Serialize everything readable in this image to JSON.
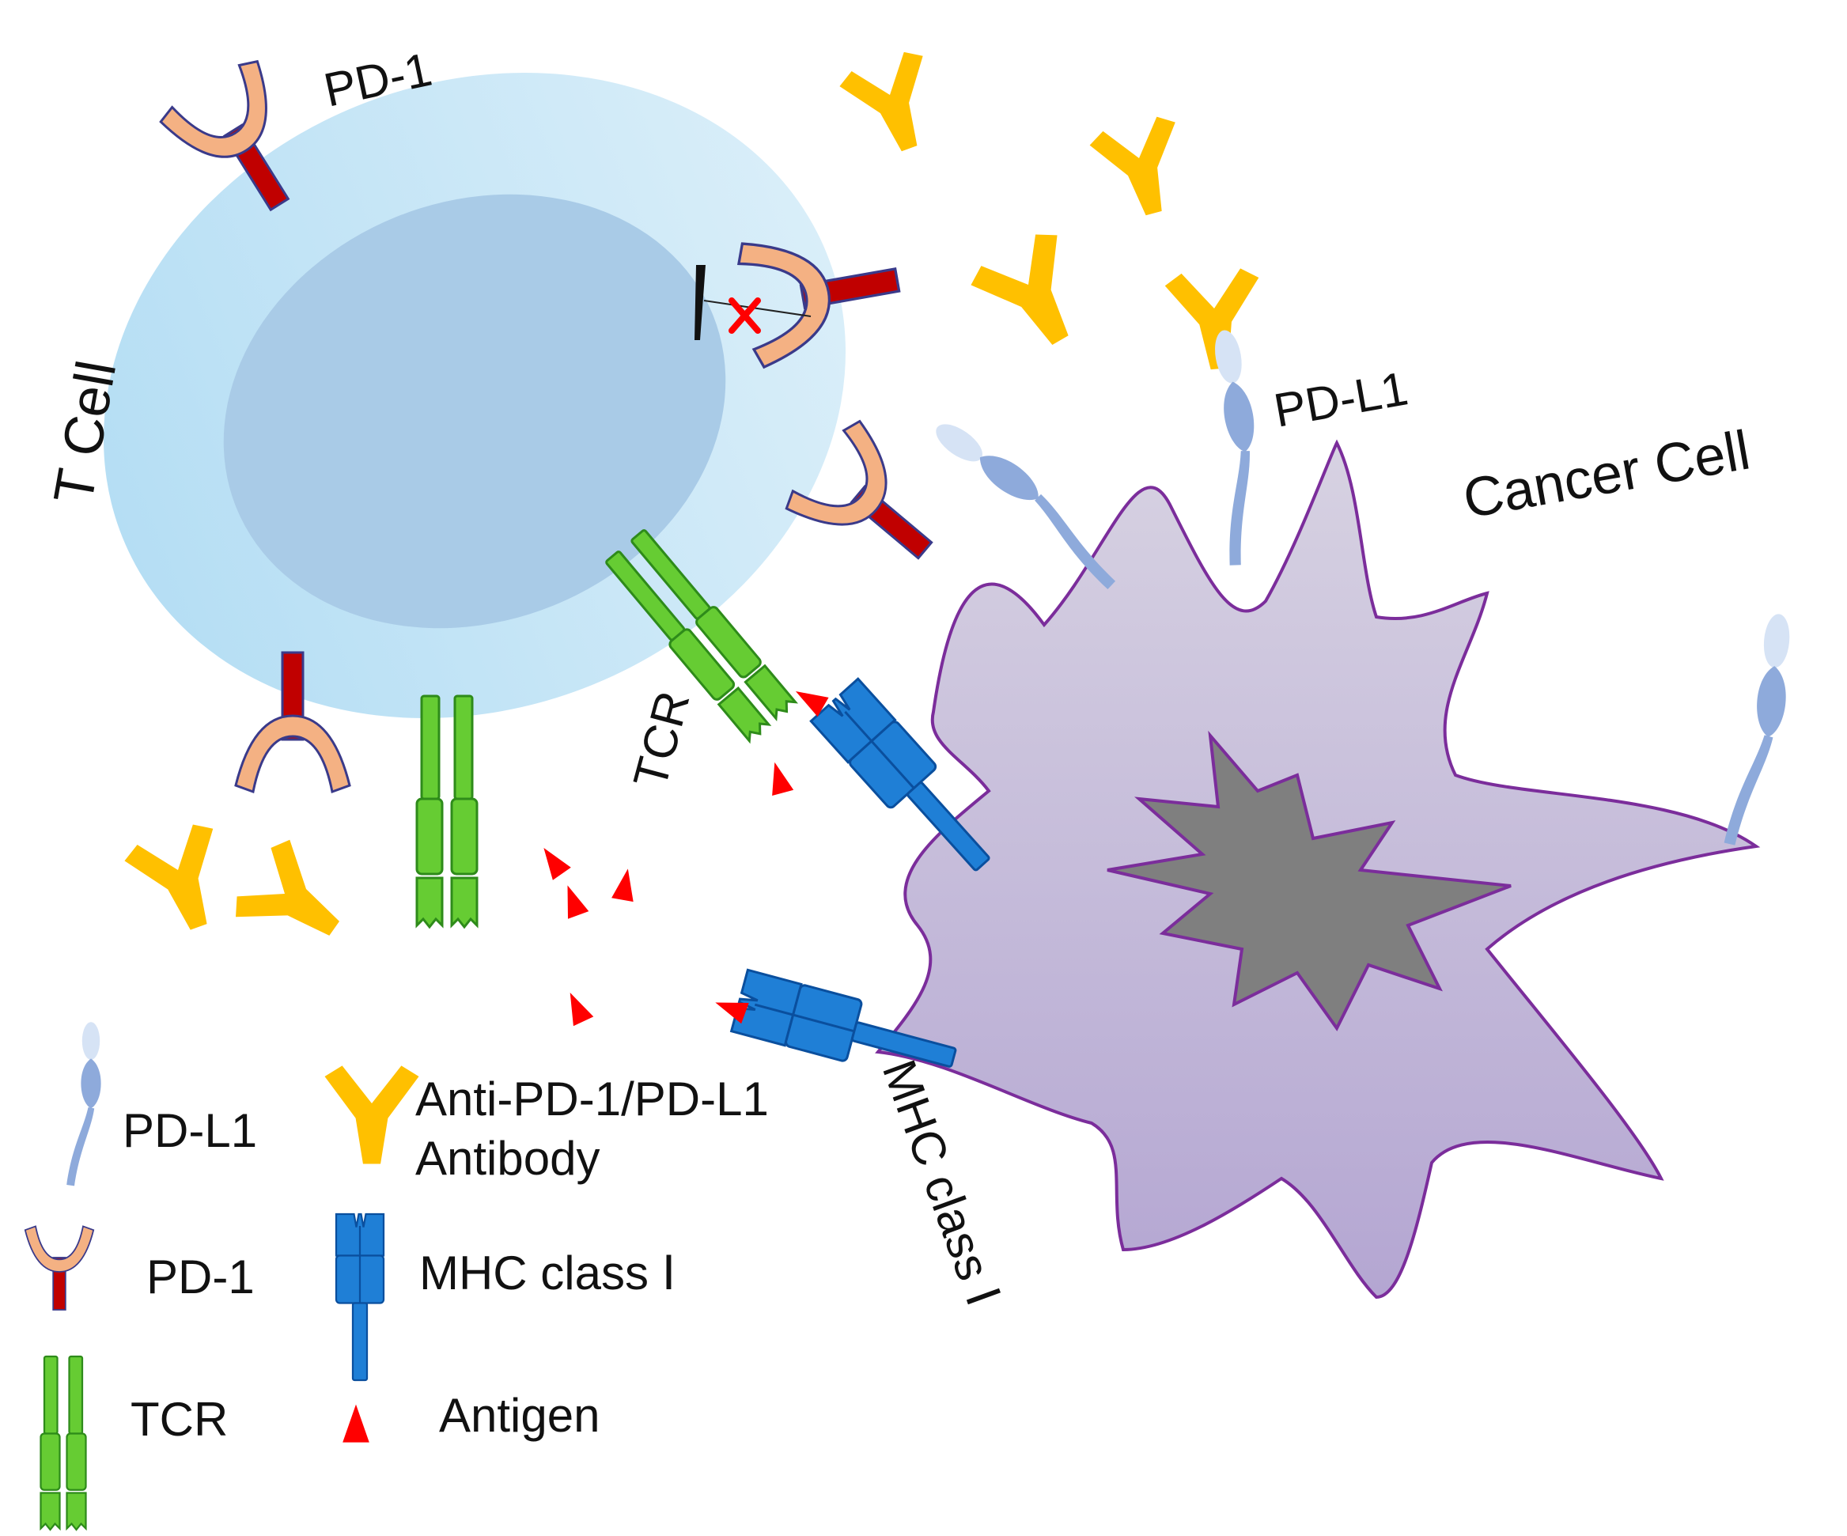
{
  "labels": {
    "pd1_top": "PD-1",
    "t_cell": "T Cell",
    "pdl1_top": "PD-L1",
    "cancer_cell": "Cancer Cell",
    "tcr": "TCR",
    "mhc_rotated": "MHC class Ⅰ"
  },
  "legend": {
    "pdl1": "PD-L1",
    "pd1": "PD-1",
    "tcr": "TCR",
    "antibody_line1": "Anti-PD-1/PD-L1",
    "antibody_line2": "Antibody",
    "mhc": "MHC class Ⅰ",
    "antigen": "Antigen"
  },
  "colors": {
    "t_cell": "#c9e6f6",
    "t_cell_nucleus": "#a9cbe7",
    "cancer_cell": "#c0b3d6",
    "cancer_outline": "#7b2d9b",
    "cancer_nucleus": "#7f7f7f",
    "antibody": "#ffc000",
    "pd1_stem": "#c00000",
    "pd1_head": "#f4b183",
    "tcr": "#66cc33",
    "mhc": "#1f7fd6",
    "pdl1": "#8eaadb",
    "antigen": "#ff0000"
  }
}
